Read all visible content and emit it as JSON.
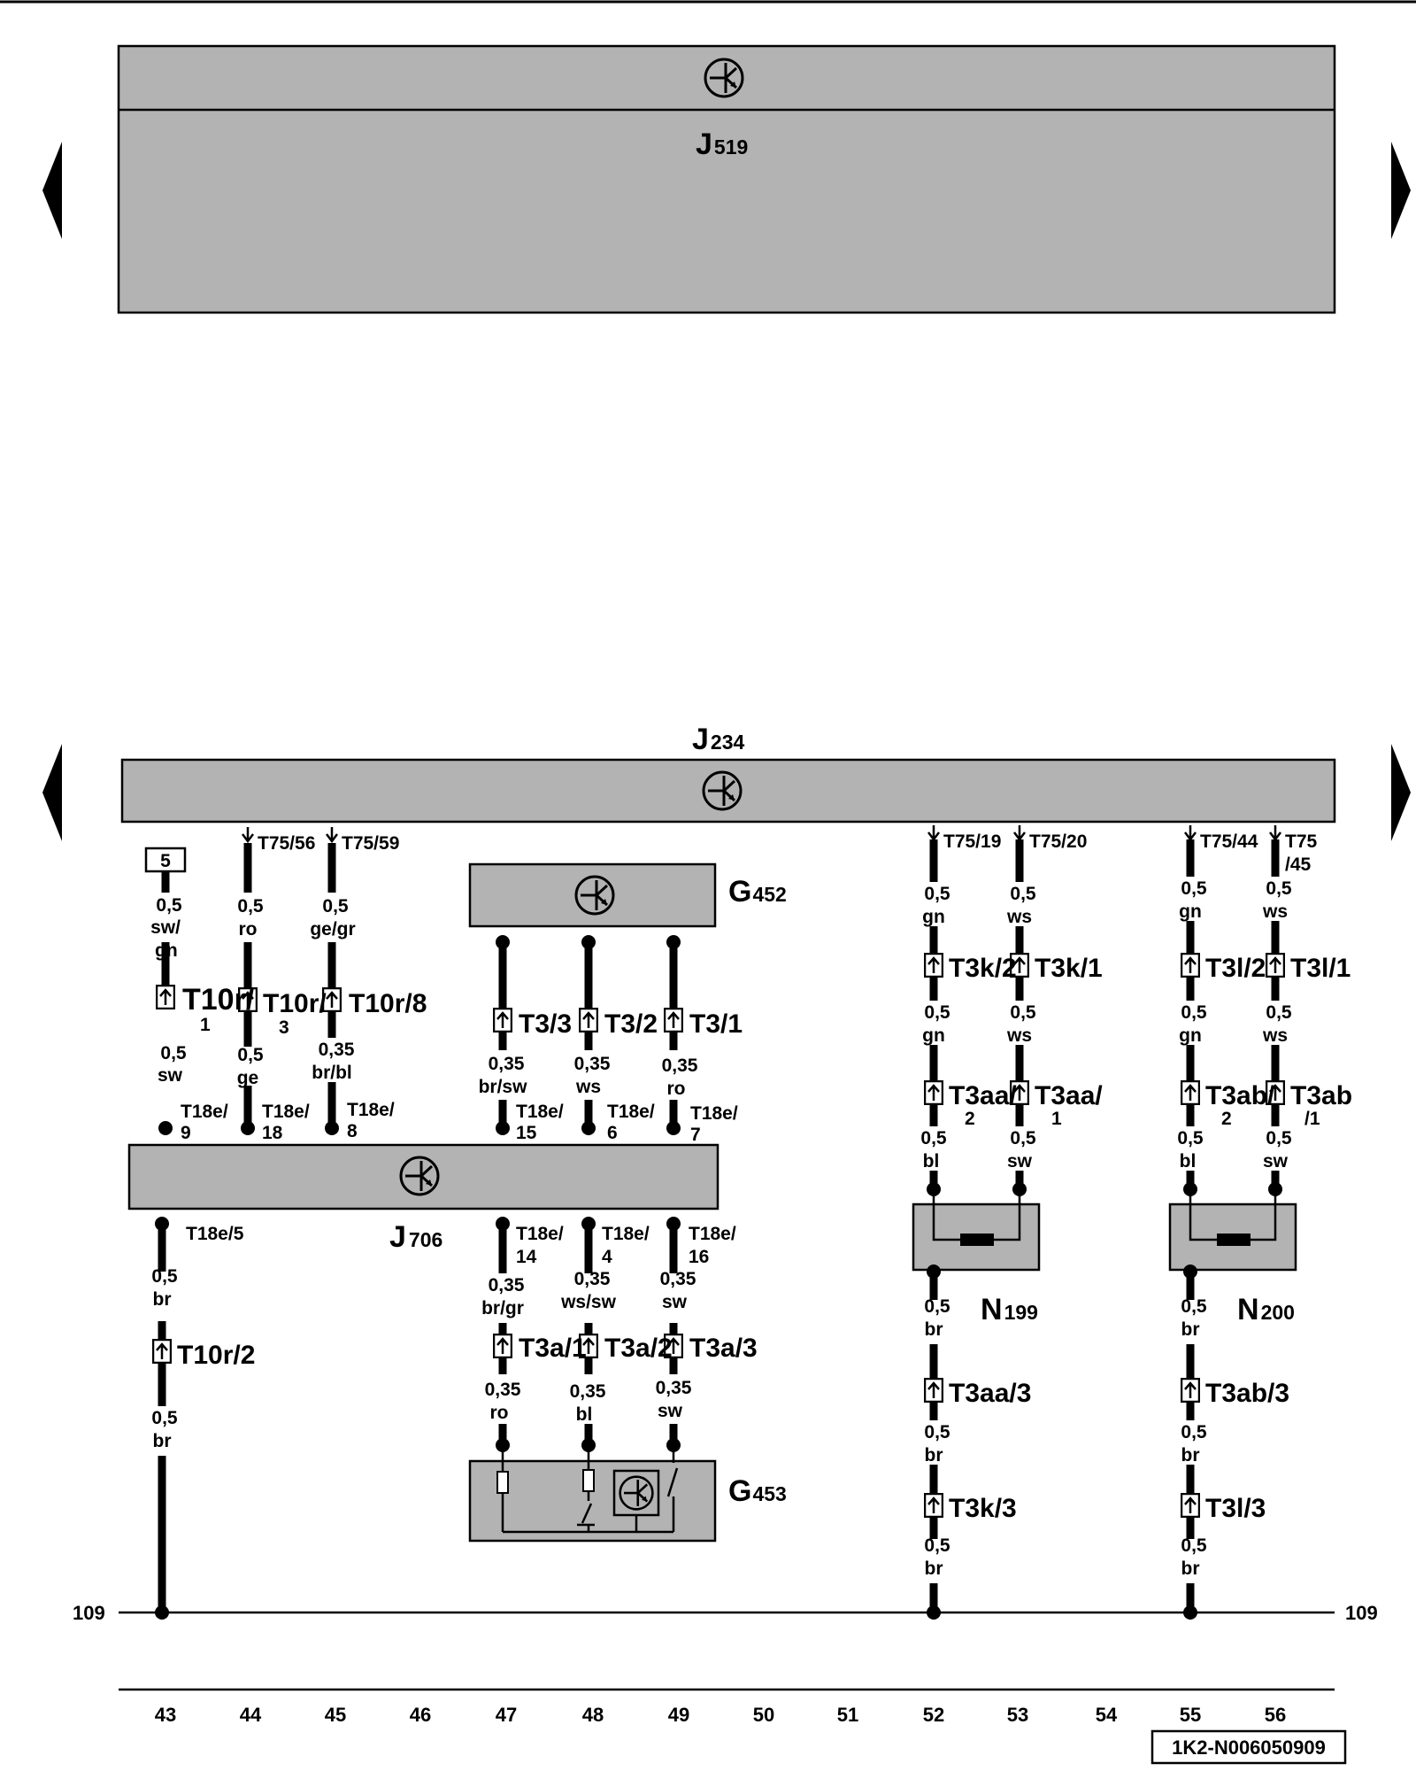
{
  "components": {
    "j519": {
      "letter": "J",
      "number": "519"
    },
    "j234": {
      "letter": "J",
      "number": "234"
    },
    "j706": {
      "letter": "J",
      "number": "706"
    },
    "g452": {
      "letter": "G",
      "number": "452"
    },
    "g453": {
      "letter": "G",
      "number": "453"
    },
    "n199": {
      "letter": "N",
      "number": "199"
    },
    "n200": {
      "letter": "N",
      "number": "200"
    }
  },
  "reference_box": "5",
  "ground_label_left": "109",
  "ground_label_right": "109",
  "track_numbers": [
    "43",
    "44",
    "45",
    "46",
    "47",
    "48",
    "49",
    "50",
    "51",
    "52",
    "53",
    "54",
    "55",
    "56"
  ],
  "image_code": "1K2-N006050909",
  "top_pins": {
    "t75_56": "T75/56",
    "t75_59": "T75/59",
    "t75_19": "T75/19",
    "t75_20": "T75/20",
    "t75_44": "T75/44",
    "t75_45_a": "T75",
    "t75_45_b": "/45"
  },
  "col43": {
    "w1_a": "0,5",
    "w1_b": "sw/",
    "w1_c": "gn",
    "conn1": "T10r/",
    "conn1_pin": "1",
    "w2_a": "0,5",
    "w2_b": "sw",
    "pin_a": "T18e/",
    "pin_b": "9",
    "pin_lower": "T18e/5",
    "w3_a": "0,5",
    "w3_b": "br",
    "conn2": "T10r/2",
    "w4_a": "0,5",
    "w4_b": "br"
  },
  "col44": {
    "w1_a": "0,5",
    "w1_b": "ro",
    "conn1": "T10r/",
    "conn1_pin": "3",
    "w2_a": "0,5",
    "w2_b": "ge",
    "pin_a": "T18e/",
    "pin_b": "18"
  },
  "col45": {
    "w1_a": "0,5",
    "w1_b": "ge/gr",
    "conn1": "T10r/8",
    "w2_a": "0,35",
    "w2_b": "br/bl",
    "pin_a": "T18e/",
    "pin_b": "8"
  },
  "col47": {
    "conn1": "T3/3",
    "w1_a": "0,35",
    "w1_b": "br/sw",
    "pin_a": "T18e/",
    "pin_b": "15",
    "pin_lower_a": "T18e/",
    "pin_lower_b": "14",
    "w2_a": "0,35",
    "w2_b": "br/gr",
    "conn2": "T3a/1",
    "w3_a": "0,35",
    "w3_b": "ro"
  },
  "col48": {
    "conn1": "T3/2",
    "w1_a": "0,35",
    "w1_b": "ws",
    "pin_a": "T18e/",
    "pin_b": "6",
    "pin_lower_a": "T18e/",
    "pin_lower_b": "4",
    "w2_a": "0,35",
    "w2_b": "ws/sw",
    "conn2": "T3a/2",
    "w3_a": "0,35",
    "w3_b": "bl"
  },
  "col49": {
    "conn1": "T3/1",
    "w1_a": "0,35",
    "w1_b": "ro",
    "pin_a": "T18e/",
    "pin_b": "7",
    "pin_lower_a": "T18e/",
    "pin_lower_b": "16",
    "w2_a": "0,35",
    "w2_b": "sw",
    "conn2": "T3a/3",
    "w3_a": "0,35",
    "w3_b": "sw"
  },
  "col52": {
    "w1_a": "0,5",
    "w1_b": "gn",
    "conn1": "T3k/2",
    "w2_a": "0,5",
    "w2_b": "gn",
    "conn2": "T3aa/",
    "conn2_pin": "2",
    "w3_a": "0,5",
    "w3_b": "bl",
    "w4_a": "0,5",
    "w4_b": "br",
    "conn3": "T3aa/3",
    "w5_a": "0,5",
    "w5_b": "br",
    "conn4": "T3k/3",
    "w6_a": "0,5",
    "w6_b": "br"
  },
  "col53": {
    "w1_a": "0,5",
    "w1_b": "ws",
    "conn1": "T3k/1",
    "w2_a": "0,5",
    "w2_b": "ws",
    "conn2": "T3aa/",
    "conn2_pin": "1",
    "w3_a": "0,5",
    "w3_b": "sw"
  },
  "col55": {
    "w1_a": "0,5",
    "w1_b": "gn",
    "conn1": "T3l/2",
    "w2_a": "0,5",
    "w2_b": "gn",
    "conn2": "T3ab/",
    "conn2_pin": "2",
    "w3_a": "0,5",
    "w3_b": "bl",
    "w4_a": "0,5",
    "w4_b": "br",
    "conn3": "T3ab/3",
    "w5_a": "0,5",
    "w5_b": "br",
    "conn4": "T3l/3",
    "w6_a": "0,5",
    "w6_b": "br"
  },
  "col56": {
    "w1_a": "0,5",
    "w1_b": "ws",
    "conn1": "T3l/1",
    "w2_a": "0,5",
    "w2_b": "ws",
    "conn2": "T3ab",
    "conn2_pin": "/1",
    "w3_a": "0,5",
    "w3_b": "sw"
  }
}
